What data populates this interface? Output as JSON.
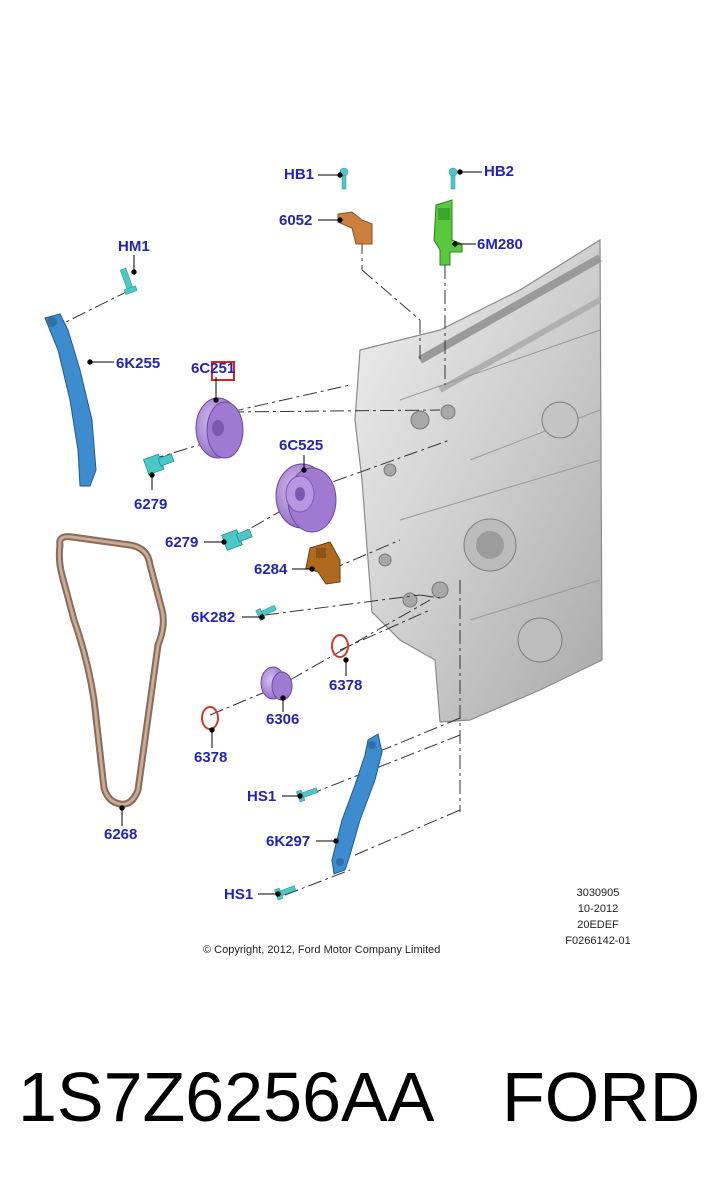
{
  "callouts": {
    "hb1": "HB1",
    "hb2": "HB2",
    "p6052": "6052",
    "p6m280": "6M280",
    "hm1": "HM1",
    "p6k255": "6K255",
    "p6c251": "6C251",
    "p6c525": "6C525",
    "p6279a": "6279",
    "p6279b": "6279",
    "p6284": "6284",
    "p6k282": "6K282",
    "p6378a": "6378",
    "p6306": "6306",
    "p6378b": "6378",
    "p6268": "6268",
    "hs1a": "HS1",
    "p6k297": "6K297",
    "hs1b": "HS1"
  },
  "meta": {
    "line1": "3030905",
    "line2": "10-2012",
    "line3": "20EDEF",
    "line4": "F0266142-01"
  },
  "copyright": "© Copyright, 2012, Ford Motor Company Limited",
  "part_number": "1S7Z6256AA",
  "brand": "FORD",
  "colors": {
    "label": "#2424b4",
    "guide_blue": "#3d8ccf",
    "sprocket_purple": "#a07ad0",
    "chain_tan": "#b49682",
    "sensor_green": "#5ac83c",
    "bracket_orange": "#cc8040",
    "bolt_cyan": "#4cc8c8",
    "oring_red": "#cc3a2a",
    "highlight_box": "#e02020"
  }
}
